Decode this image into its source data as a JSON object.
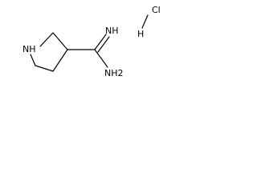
{
  "structure": {
    "atoms": {
      "ring_nitrogen": "NH",
      "imine": "NH",
      "amine": "NH2",
      "chlorine": "Cl",
      "hydrogen": "H"
    }
  },
  "colors": {
    "background": "#ffffff",
    "ink": "#000000"
  }
}
